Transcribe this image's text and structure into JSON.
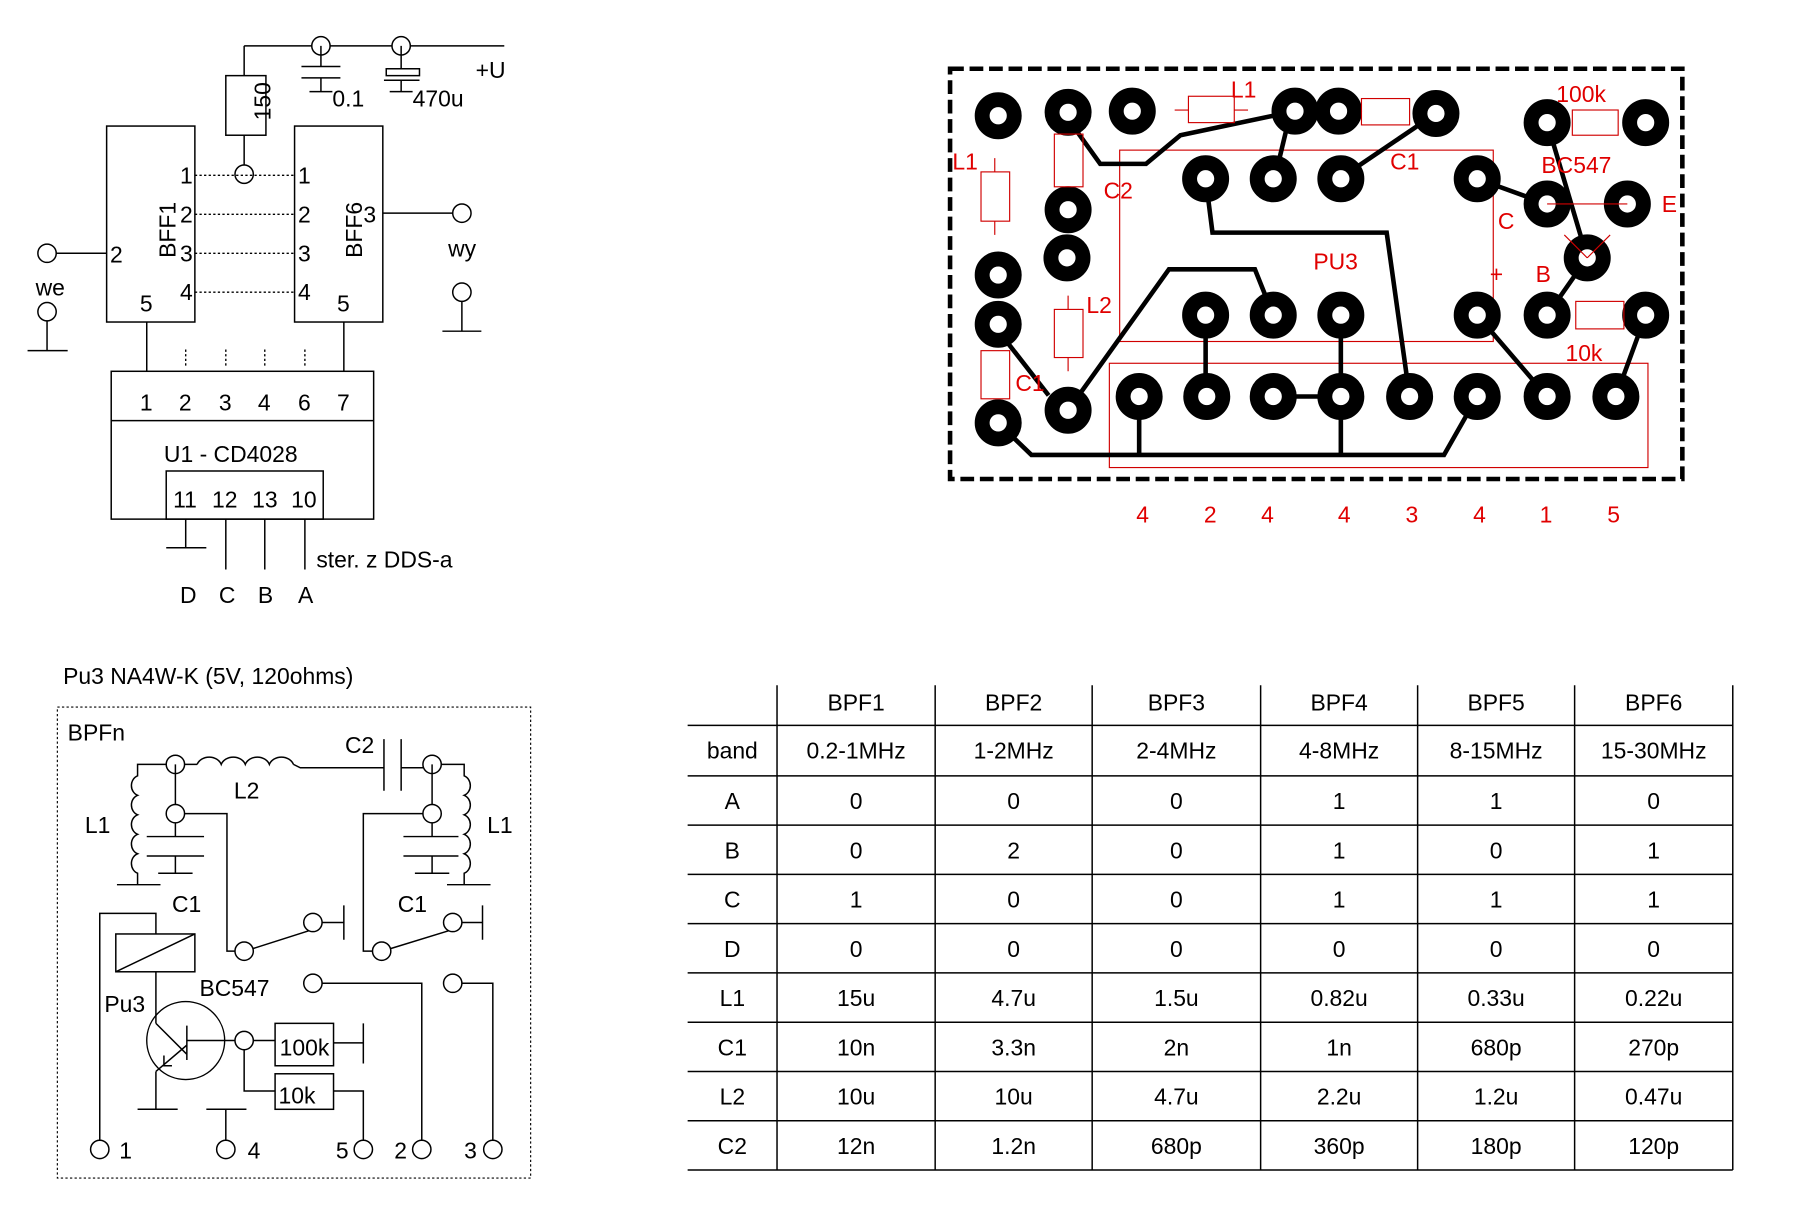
{
  "block_diagram": {
    "supply_label": "+U",
    "resistor_label": "150",
    "cap1_label": "0.1",
    "cap2_label": "470u",
    "filter_first": "BFF1",
    "filter_last": "BFF6",
    "input_label": "we",
    "output_label": "wy",
    "filter_pins_left": [
      "1",
      "2",
      "3",
      "4"
    ],
    "filter_pins_right": [
      "1",
      "2",
      "3",
      "4"
    ],
    "input_pin": "2",
    "output_pin": "3",
    "ground_pin_left": "5",
    "ground_pin_right": "5",
    "decoder_outputs": [
      "1",
      "2",
      "3",
      "4",
      "6",
      "7"
    ],
    "decoder_name": "U1 - CD4028",
    "decoder_inputs": [
      "11",
      "12",
      "13",
      "10"
    ],
    "control_note": "ster. z DDS-a",
    "control_lines": [
      "D",
      "C",
      "B",
      "A"
    ]
  },
  "pcb": {
    "labels": {
      "l1_top": "L1",
      "l1_left": "L1",
      "c2": "C2",
      "c1_top": "C1",
      "r100k": "100k",
      "transistor": "BC547",
      "collector": "C",
      "emitter": "E",
      "base": "B",
      "relay": "PU3",
      "plus": "+",
      "l2": "L2",
      "c1_bottom": "C1",
      "r10k": "10k"
    },
    "pin_numbers": [
      "4",
      "2",
      "4",
      "4",
      "3",
      "4",
      "1",
      "5"
    ]
  },
  "filter_schematic": {
    "title": "Pu3 NA4W-K (5V, 120ohms)",
    "block_label": "BPFn",
    "c2": "C2",
    "l2": "L2",
    "l1_left": "L1",
    "l1_right": "L1",
    "c1_left": "C1",
    "c1_right": "C1",
    "relay": "Pu3",
    "transistor": "BC547",
    "r100k": "100k",
    "r10k": "10k",
    "pins": [
      "1",
      "4",
      "5",
      "2",
      "3"
    ]
  },
  "table": {
    "headers": [
      "",
      "BPF1",
      "BPF2",
      "BPF3",
      "BPF4",
      "BPF5",
      "BPF6"
    ],
    "rows": [
      [
        "band",
        "0.2-1MHz",
        "1-2MHz",
        "2-4MHz",
        "4-8MHz",
        "8-15MHz",
        "15-30MHz"
      ],
      [
        "A",
        "0",
        "0",
        "0",
        "1",
        "1",
        "0"
      ],
      [
        "B",
        "0",
        "2",
        "0",
        "1",
        "0",
        "1"
      ],
      [
        "C",
        "1",
        "0",
        "0",
        "1",
        "1",
        "1"
      ],
      [
        "D",
        "0",
        "0",
        "0",
        "0",
        "0",
        "0"
      ],
      [
        "L1",
        "15u",
        "4.7u",
        "1.5u",
        "0.82u",
        "0.33u",
        "0.22u"
      ],
      [
        "C1",
        "10n",
        "3.3n",
        "2n",
        "1n",
        "680p",
        "270p"
      ],
      [
        "L2",
        "10u",
        "10u",
        "4.7u",
        "2.2u",
        "1.2u",
        "0.47u"
      ],
      [
        "C2",
        "12n",
        "1.2n",
        "680p",
        "360p",
        "180p",
        "120p"
      ]
    ]
  },
  "colors": {
    "pcb_silk": "#e00000",
    "copper": "#000000"
  }
}
